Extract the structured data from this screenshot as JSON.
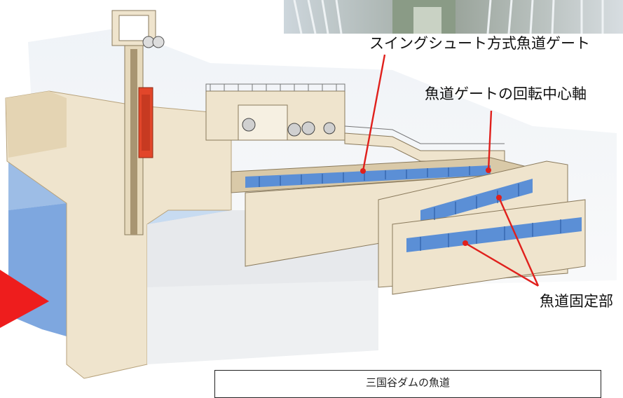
{
  "labels": {
    "swing_chute_gate": "スイングシュート方式魚道ゲート",
    "gate_rotation_axis": "魚道ゲートの回転中心軸",
    "fishway_fixed_part": "魚道固定部"
  },
  "caption": {
    "title": "三国谷ダムの魚道"
  },
  "colors": {
    "water": "#5b8fd6",
    "water_light": "#a9c6ec",
    "concrete": "#efe4cd",
    "concrete_shade": "#d9c9a8",
    "leader_line": "#e0201c",
    "flow_arrow": "#ee1d1d",
    "gate_red": "#e2462a"
  }
}
